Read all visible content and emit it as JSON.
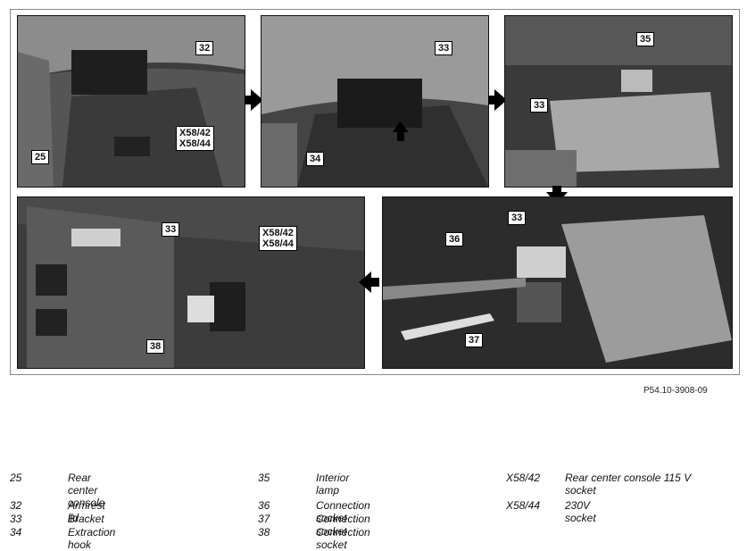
{
  "figure": {
    "reference": "P54.10-3908-09",
    "callouts": {
      "p1": [
        "32",
        "X58/42\nX58/44",
        "25"
      ],
      "p2": [
        "33",
        "34"
      ],
      "p3": [
        "35",
        "33"
      ],
      "p4": [
        "33",
        "X58/42\nX58/44",
        "38"
      ],
      "p5": [
        "33",
        "36",
        "37"
      ]
    }
  },
  "legend": [
    {
      "code": "25",
      "desc": "Rear center console"
    },
    {
      "code": "32",
      "desc": "Armrest lid"
    },
    {
      "code": "33",
      "desc": "Bracket"
    },
    {
      "code": "34",
      "desc": "Extraction hook"
    },
    {
      "code": "35",
      "desc": "Interior lamp"
    },
    {
      "code": "36",
      "desc": "Connection socket"
    },
    {
      "code": "37",
      "desc": "Connection socket"
    },
    {
      "code": "38",
      "desc": "Connection socket"
    },
    {
      "code": "X58/42",
      "desc": "Rear center console 115 V socket"
    },
    {
      "code": "X58/44",
      "desc": "230V socket"
    }
  ],
  "colors": {
    "photo_dark": "#2e2e2e",
    "carpet": "#4a4a4a",
    "frame": "#8a8a8a"
  }
}
